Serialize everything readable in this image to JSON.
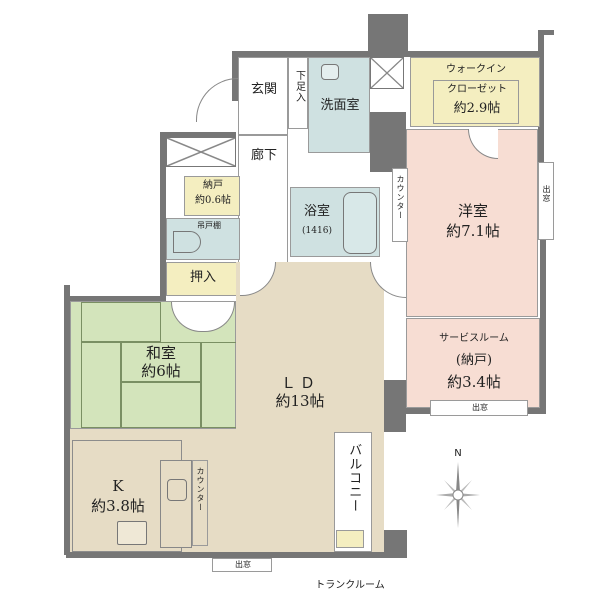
{
  "floor_plan": {
    "colors": {
      "wall": "#767676",
      "living": "#e6dcc5",
      "western_room": "#f7ddd3",
      "japanese_room": "#d3e4bb",
      "wet_area": "#cfe1e1",
      "storage": "#f4eec0",
      "outline": "#9a9a9a"
    },
    "rooms": {
      "entrance": {
        "name": "玄関"
      },
      "shoe_storage": {
        "name": "下足入"
      },
      "washroom": {
        "name": "洗面室"
      },
      "corridor": {
        "name": "廊下"
      },
      "storeroom": {
        "name": "納戸",
        "area": "約0.6帖"
      },
      "toilet": {
        "shelf_label": "吊戸棚"
      },
      "bathroom": {
        "name": "浴室",
        "size": "(1416)"
      },
      "closet": {
        "name": "押入"
      },
      "walk_in_closet": {
        "name_line1": "ウォークイン",
        "name_line2": "クローゼット",
        "area": "約2.9帖"
      },
      "western_room": {
        "name": "洋室",
        "area": "約7.1帖",
        "counter": "カウンター",
        "window": "出窓"
      },
      "service_room": {
        "name": "サービスルーム",
        "sub": "(納戸)",
        "area": "約3.4帖",
        "window": "出窓"
      },
      "japanese_room": {
        "name": "和室",
        "area": "約6帖"
      },
      "living_dining": {
        "name": "ＬＤ",
        "area": "約13帖"
      },
      "kitchen": {
        "name": "K",
        "area": "約3.8帖",
        "counter": "カウンター",
        "window": "出窓"
      },
      "balcony": {
        "name": "バルコニー"
      },
      "trunk_room": {
        "name": "トランクルーム"
      }
    },
    "compass": {
      "label": "N"
    }
  }
}
